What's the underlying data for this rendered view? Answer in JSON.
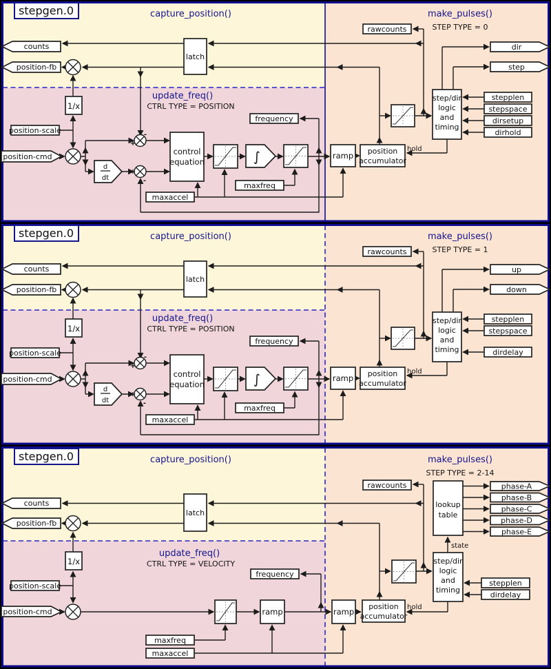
{
  "colors": {
    "capture_bg": "#fdf6d8",
    "update_bg": "#f0d6db",
    "make_bg": "#fce4d3",
    "panel_border": "#0c0c8c",
    "section_dash": "#2424c4",
    "title_text": "#14148c",
    "wire": "#1c1c1c"
  },
  "panels": [
    {
      "title": "stepgen.0",
      "capture": "capture_position()",
      "update": "update_freq()",
      "make": "make_pulses()",
      "step_type": "STEP TYPE = 0",
      "ctrl_type": "CTRL TYPE = POSITION",
      "pins": {
        "counts": "counts",
        "position_fb": "position-fb",
        "position_scale": "position-scale",
        "position_cmd": "position-cmd"
      },
      "blocks": {
        "latch": "latch",
        "recip": "1/x",
        "ddt_d": "d",
        "ddt_dt": "dt",
        "control1": "control",
        "control2": "equation",
        "integral": "∫",
        "frequency": "frequency",
        "maxfreq": "maxfreq",
        "maxaccel": "maxaccel",
        "ramp": "ramp",
        "rawcounts": "rawcounts",
        "posacc1": "position",
        "posacc2": "accumulator",
        "sd1": "step/dir",
        "sd2": "logic",
        "sd3": "and",
        "sd4": "timing",
        "hold": "hold"
      },
      "signs": {
        "plus": "+",
        "minus": "-"
      },
      "outputs": [
        "dir",
        "step"
      ],
      "params": [
        "stepplen",
        "stepspace",
        "dirsetup",
        "dirhold"
      ]
    },
    {
      "title": "stepgen.0",
      "capture": "capture_position()",
      "update": "update_freq()",
      "make": "make_pulses()",
      "step_type": "STEP TYPE = 1",
      "ctrl_type": "CTRL TYPE = POSITION",
      "pins": {
        "counts": "counts",
        "position_fb": "position-fb",
        "position_scale": "position-scale",
        "position_cmd": "position-cmd"
      },
      "blocks": {
        "latch": "latch",
        "recip": "1/x",
        "ddt_d": "d",
        "ddt_dt": "dt",
        "control1": "control",
        "control2": "equation",
        "integral": "∫",
        "frequency": "frequency",
        "maxfreq": "maxfreq",
        "maxaccel": "maxaccel",
        "ramp": "ramp",
        "rawcounts": "rawcounts",
        "posacc1": "position",
        "posacc2": "accumulator",
        "sd1": "step/dir",
        "sd2": "logic",
        "sd3": "and",
        "sd4": "timing",
        "hold": "hold"
      },
      "signs": {
        "plus": "+",
        "minus": "-"
      },
      "outputs": [
        "up",
        "down"
      ],
      "params": [
        "stepplen",
        "stepspace",
        "dirdelay"
      ]
    },
    {
      "title": "stepgen.0",
      "capture": "capture_position()",
      "update": "update_freq()",
      "make": "make_pulses()",
      "step_type": "STEP TYPE = 2-14",
      "ctrl_type": "CTRL TYPE = VELOCITY",
      "pins": {
        "counts": "counts",
        "position_fb": "position-fb",
        "position_scale": "position-scale",
        "position_cmd": "position-cmd"
      },
      "blocks": {
        "latch": "latch",
        "recip": "1/x",
        "frequency": "frequency",
        "maxfreq": "maxfreq",
        "maxaccel": "maxaccel",
        "ramp": "ramp",
        "rawcounts": "rawcounts",
        "posacc1": "position",
        "posacc2": "accumulator",
        "lookup1": "lookup",
        "lookup2": "table",
        "state": "state",
        "sd1": "step/dir",
        "sd2": "logic",
        "sd3": "and",
        "sd4": "timing",
        "hold": "hold"
      },
      "outputs": [
        "phase-A",
        "phase-B",
        "phase-C",
        "phase-D",
        "phase-E"
      ],
      "params": [
        "stepplen",
        "dirdelay"
      ]
    }
  ]
}
